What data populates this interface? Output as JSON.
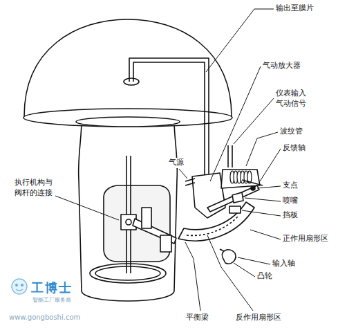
{
  "diagram": {
    "labels": [
      "输出至膜片",
      "气动放大器",
      "仪表输入 气动信号",
      "波纹管",
      "气源",
      "反馈轴",
      "支点",
      "喷嘴",
      "执行机构与 阀杆的连接",
      "挡板",
      "正作用扇形区",
      "输入轴",
      "凸轮",
      "平衡梁",
      "反作用扇形区",
      "工博士",
      "智能工厂服务商",
      "www.gongboshi.com"
    ]
  }
}
